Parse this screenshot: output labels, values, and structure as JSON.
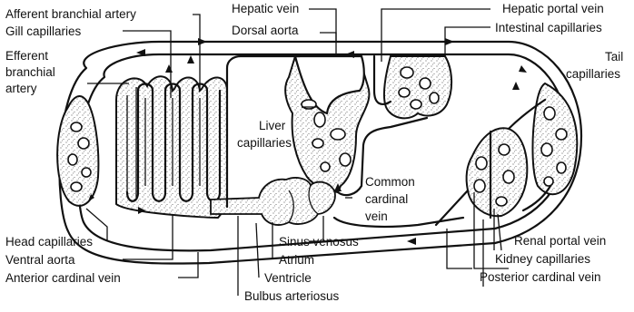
{
  "labels": {
    "afferent_branchial_artery": "Afferent branchial artery",
    "gill_capillaries": "Gill capillaries",
    "efferent_branchial_artery": [
      "Efferent",
      "branchial",
      "artery"
    ],
    "hepatic_vein": "Hepatic vein",
    "dorsal_aorta": "Dorsal aorta",
    "hepatic_portal_vein": "Hepatic portal vein",
    "intestinal_capillaries": "Intestinal capillaries",
    "tail_capillaries": [
      "Tail",
      "capillaries"
    ],
    "liver_capillaries": [
      "Liver",
      "capillaries"
    ],
    "common_cardinal_vein": [
      "Common",
      "cardinal",
      "vein"
    ],
    "head_capillaries": "Head capillaries",
    "ventral_aorta": "Ventral aorta",
    "anterior_cardinal_vein": "Anterior cardinal vein",
    "sinus_venosus": "Sinus venosus",
    "atrium": "Atrium",
    "ventricle": "Ventricle",
    "bulbus_arteriosus": "Bulbus arteriosus",
    "renal_portal_vein": "Renal portal vein",
    "kidney_capillaries": "Kidney capillaries",
    "posterior_cardinal_vein": "Posterior cardinal vein"
  }
}
